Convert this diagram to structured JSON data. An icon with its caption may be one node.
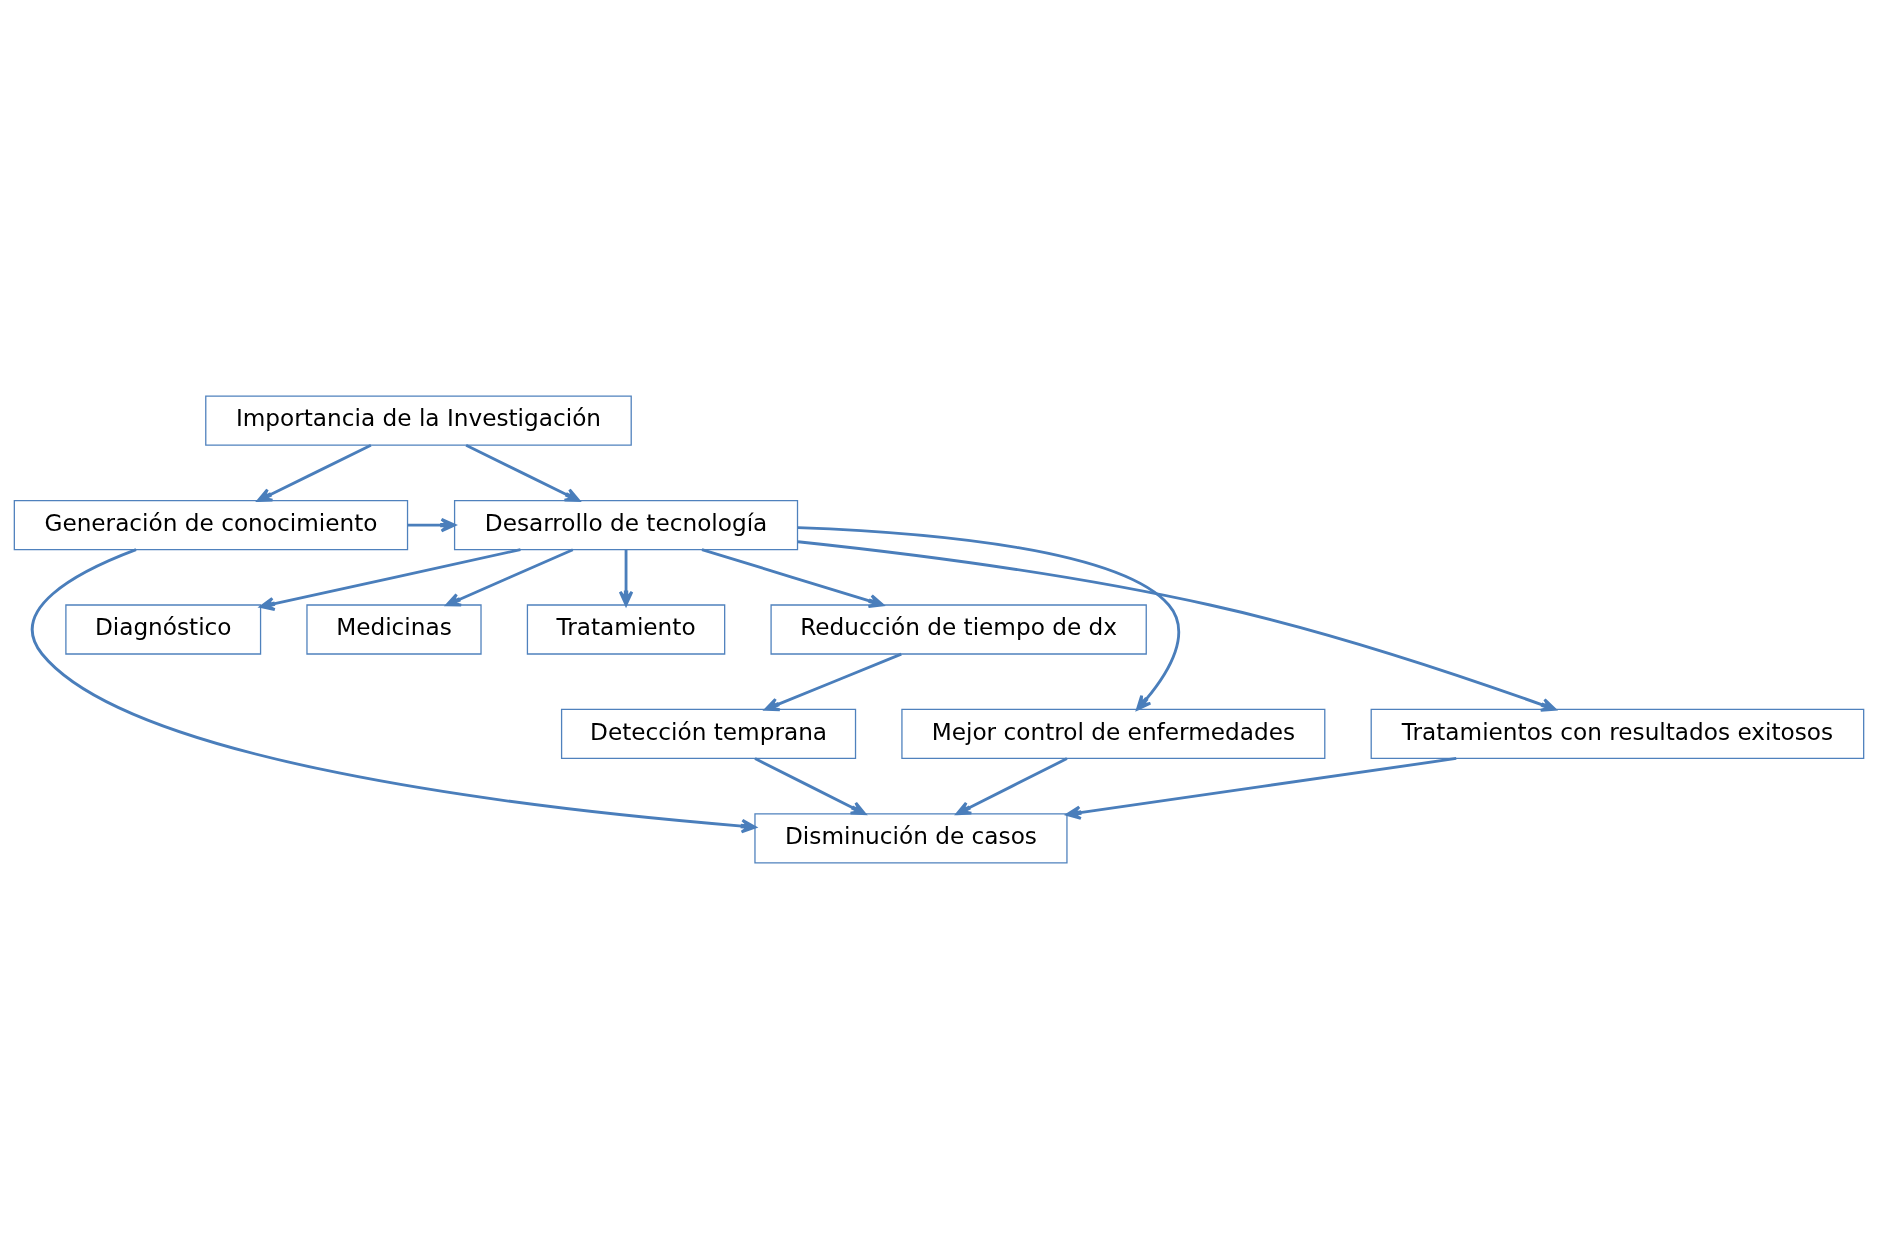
{
  "diagram": {
    "nodes": [
      {
        "text": [
          "Importancia de la Investigación"
        ]
      },
      {
        "text": [
          "Generación de conocimiento"
        ]
      },
      {
        "text": [
          "Desarrollo de tecnología"
        ]
      },
      {
        "text": [
          "Diagnóstico"
        ]
      },
      {
        "text": [
          "Medicinas"
        ]
      },
      {
        "text": [
          "Tratamiento"
        ]
      },
      {
        "text": [
          "Reducción de tiempo de dx"
        ]
      },
      {
        "text": [
          "Detección temprana"
        ]
      },
      {
        "text": [
          "Mejor control de enfermedades"
        ]
      },
      {
        "text": [
          "Tratamientos con resultados exitosos"
        ]
      },
      {
        "text": [
          "Disminución de casos"
        ]
      }
    ],
    "edges": [
      {
        "from": 0,
        "to": 1,
        "arrow": "to"
      },
      {
        "from": 0,
        "to": 2,
        "arrow": "to"
      },
      {
        "from": 1,
        "to": 2,
        "arrow": "to"
      },
      {
        "from": 2,
        "to": 3,
        "arrow": "to"
      },
      {
        "from": 2,
        "to": 4,
        "arrow": "to"
      },
      {
        "from": 2,
        "to": 5,
        "arrow": "to"
      },
      {
        "from": 2,
        "to": 6,
        "arrow": "to"
      },
      {
        "from": 2,
        "to": 8,
        "arrow": "to"
      },
      {
        "from": 2,
        "to": 9,
        "arrow": "to"
      },
      {
        "from": 6,
        "to": 7,
        "arrow": "to"
      },
      {
        "from": 8,
        "to": 10,
        "arrow": "to"
      },
      {
        "from": 9,
        "to": 10,
        "arrow": "to"
      },
      {
        "from": 7,
        "to": 10,
        "arrow": "to"
      },
      {
        "from": 1,
        "to": 10,
        "arrow": "to"
      }
    ]
  }
}
